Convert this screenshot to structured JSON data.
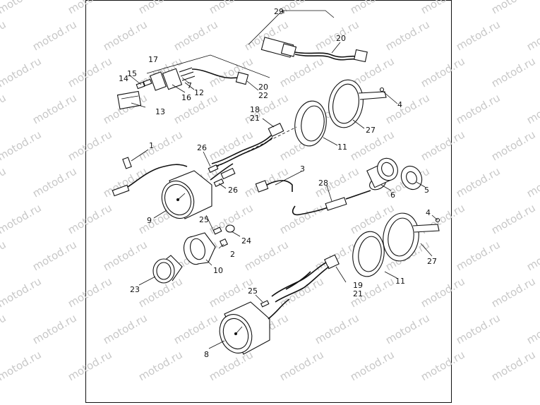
{
  "watermark": {
    "text": "motod.ru"
  },
  "callouts": [
    {
      "id": "c29",
      "text": "29"
    },
    {
      "id": "c20a",
      "text": "20"
    },
    {
      "id": "c17",
      "text": "17"
    },
    {
      "id": "c15",
      "text": "15"
    },
    {
      "id": "c14",
      "text": "14"
    },
    {
      "id": "c7",
      "text": "7"
    },
    {
      "id": "c12",
      "text": "12"
    },
    {
      "id": "c16",
      "text": "16"
    },
    {
      "id": "c20b",
      "text": "20"
    },
    {
      "id": "c22",
      "text": "22"
    },
    {
      "id": "c13",
      "text": "13"
    },
    {
      "id": "c18",
      "text": "18"
    },
    {
      "id": "c21a",
      "text": "21"
    },
    {
      "id": "c4a",
      "text": "4"
    },
    {
      "id": "c27a",
      "text": "27"
    },
    {
      "id": "c11a",
      "text": "11"
    },
    {
      "id": "c1",
      "text": "1"
    },
    {
      "id": "c26a",
      "text": "26"
    },
    {
      "id": "c26b",
      "text": "26"
    },
    {
      "id": "c3",
      "text": "3"
    },
    {
      "id": "c6",
      "text": "6"
    },
    {
      "id": "c5",
      "text": "5"
    },
    {
      "id": "c28",
      "text": "28"
    },
    {
      "id": "c9",
      "text": "9"
    },
    {
      "id": "c25a",
      "text": "25"
    },
    {
      "id": "c24",
      "text": "24"
    },
    {
      "id": "c2",
      "text": "2"
    },
    {
      "id": "c10",
      "text": "10"
    },
    {
      "id": "c23",
      "text": "23"
    },
    {
      "id": "c4b",
      "text": "4"
    },
    {
      "id": "c27b",
      "text": "27"
    },
    {
      "id": "c11b",
      "text": "11"
    },
    {
      "id": "c19",
      "text": "19"
    },
    {
      "id": "c21b",
      "text": "21"
    },
    {
      "id": "c25b",
      "text": "25"
    },
    {
      "id": "c8",
      "text": "8"
    }
  ]
}
